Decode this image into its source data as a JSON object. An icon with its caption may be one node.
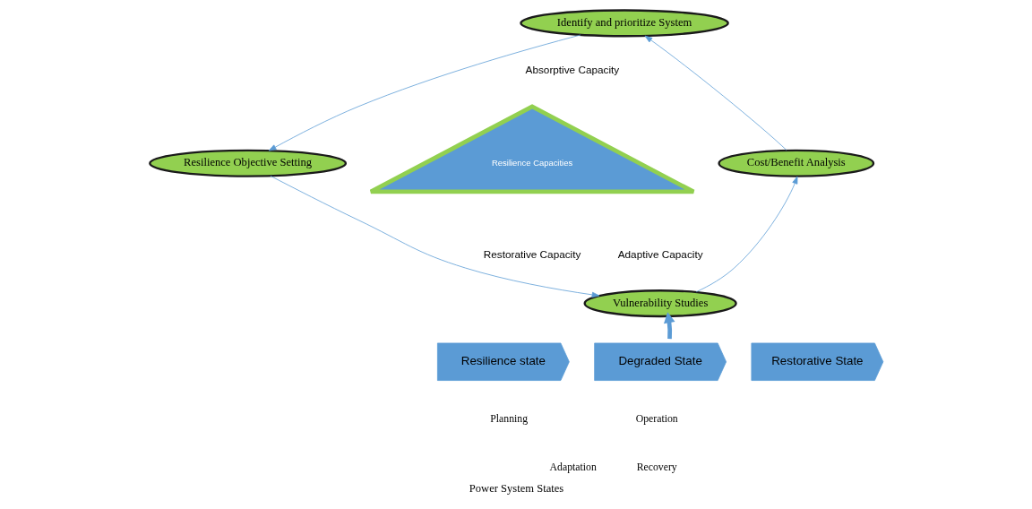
{
  "diagram": {
    "caption": "Power System States",
    "nodes": [
      {
        "text": [
          "Identify and prioritize System"
        ]
      },
      {
        "text": [
          "Resilience Objective Setting"
        ]
      },
      {
        "text": [
          "Cost/Benefit Analysis"
        ]
      },
      {
        "text": [
          "Vulnerability Studies"
        ]
      },
      {
        "text": [
          "Resilience Capacities"
        ]
      },
      {
        "text": [
          "Resilience state"
        ]
      },
      {
        "text": [
          "Degraded State"
        ]
      },
      {
        "text": [
          "Restorative State"
        ]
      }
    ],
    "edges": [
      {
        "from": 0,
        "to": 1,
        "arrow": "to"
      },
      {
        "from": 1,
        "to": 3,
        "arrow": "to"
      },
      {
        "from": 3,
        "to": 2,
        "arrow": "to"
      },
      {
        "from": 2,
        "to": 0,
        "arrow": "to"
      },
      {
        "from": 6,
        "to": 3,
        "arrow": "to",
        "style": "thick"
      }
    ],
    "labels": [
      "Absorptive Capacity",
      "Adaptive Capacity",
      "Restorative Capacity",
      "Planning",
      "Operation",
      "Adaptation",
      "Recovery"
    ]
  }
}
